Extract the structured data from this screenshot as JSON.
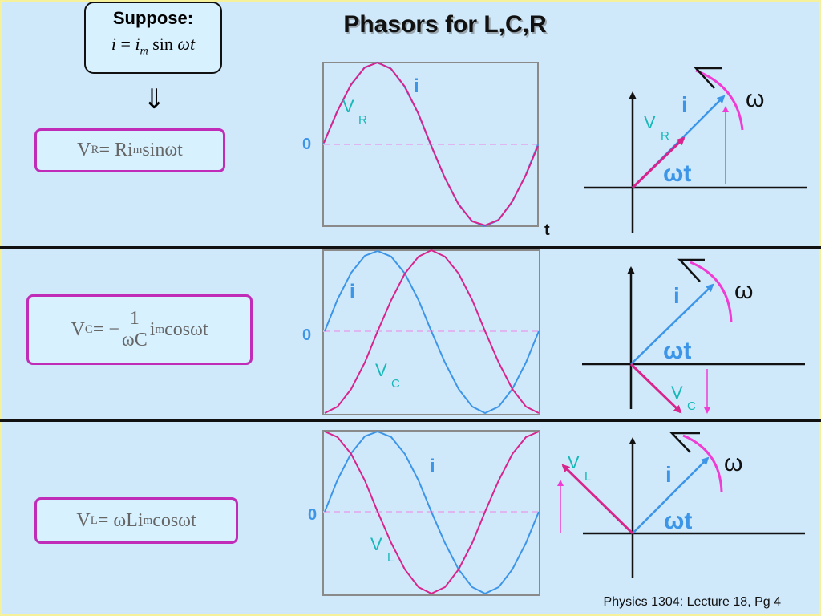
{
  "slide": {
    "title": "Phasors for L,C,R",
    "footer": "Physics 1304: Lecture 18, Pg 4"
  },
  "suppose": {
    "heading": "Suppose:",
    "i": "i",
    "eq_sign": " = ",
    "im_base": "i",
    "im_sub": "m",
    "func": " sin ",
    "arg": "ωt"
  },
  "implies_symbol": "⇓",
  "equations": {
    "resistor": {
      "lhs": "V",
      "lhs_sub": "R",
      "rhs1": " = Ri",
      "rhs_sub": "m",
      "rhs2": " sinωt"
    },
    "capacitor": {
      "lhs": "V",
      "lhs_sub": "C",
      "mid": " = −",
      "frac_num": "1",
      "frac_den": "ωC",
      "rhs1": "i",
      "rhs_sub": "m",
      "rhs2": " cosωt"
    },
    "inductor": {
      "lhs": "V",
      "lhs_sub": "L",
      "rhs1": " = ωLi",
      "rhs_sub": "m",
      "rhs2": " cosωt"
    }
  },
  "labels": {
    "zero": "0",
    "t": "t",
    "i": "i",
    "omega": "ω",
    "omega_t": "ωt",
    "V": "V",
    "R": "R",
    "C": "C",
    "L": "L"
  },
  "colors": {
    "current": "#3d95e8",
    "voltage": "#d8248c",
    "label_v": "#18b8b8",
    "arc": "#f03bd4",
    "box_border": "#c02cb8",
    "frame": "#8a8a8a",
    "zero_line": "#e0b6f0"
  }
}
